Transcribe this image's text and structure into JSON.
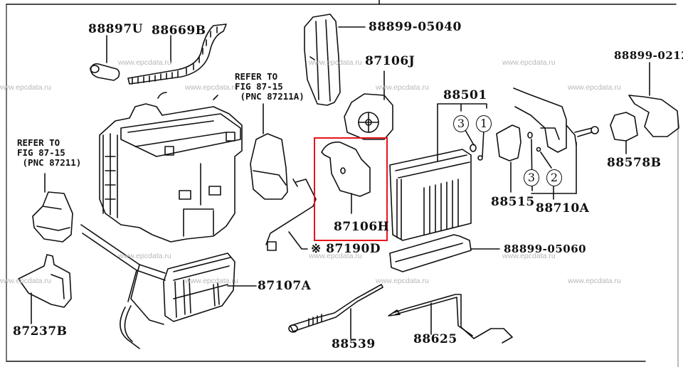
{
  "diagram": {
    "title": "Heater & Air Conditioner Unit — exploded parts diagram",
    "highlight_color": "#e8141a",
    "highlighted_part": "87106H",
    "watermark": "www.epcdata.ru",
    "parts": {
      "p88897U": "88897U",
      "p88669B": "88669B",
      "p88899_05040": "88899-05040",
      "p87106J": "87106J",
      "p88501": "88501",
      "p88899_0212": "88899-0212",
      "p88578B": "88578B",
      "p88515": "88515",
      "p88710A": "88710A",
      "p87106H": "87106H",
      "p87190D": "※ 87190D",
      "p88899_05060": "88899-05060",
      "p87107A": "87107A",
      "p87237B": "87237B",
      "p88539": "88539",
      "p88625": "88625"
    },
    "refs": {
      "left": "REFER TO\nFIG 87-15\n (PNC 87211)",
      "center": "REFER TO\nFIG 87-15\n (PNC 87211A)"
    },
    "callouts": {
      "c88501_a": "3",
      "c88501_b": "1",
      "c88710A_a": "3",
      "c88710A_b": "2"
    }
  }
}
